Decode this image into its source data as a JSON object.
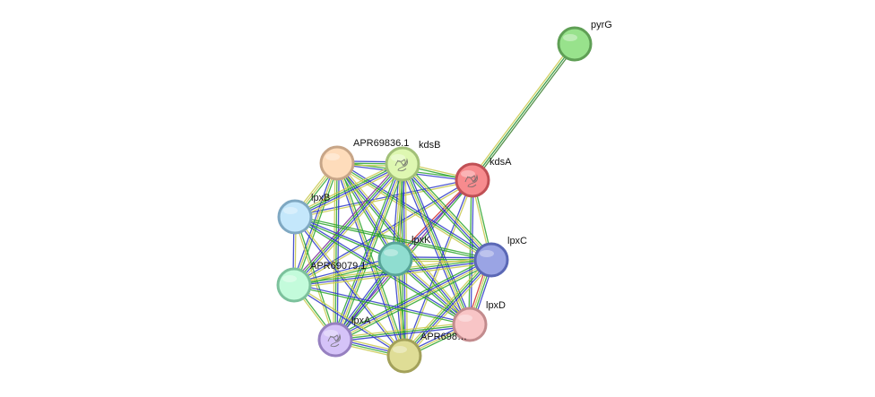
{
  "network": {
    "nodes": [
      {
        "id": "pyrG",
        "label": "pyrG",
        "fill": "#98e28c",
        "stroke": "#5f9f55"
      },
      {
        "id": "kdsA",
        "label": "kdsA",
        "fill": "#f78b8e",
        "stroke": "#c05055",
        "structure": true
      },
      {
        "id": "APR69836",
        "label": "APR69836.1",
        "fill": "#fedcbb",
        "stroke": "#c7a587"
      },
      {
        "id": "kdsB",
        "label": "kdsB",
        "fill": "#def7b1",
        "stroke": "#a2c078",
        "structure": true
      },
      {
        "id": "lpxB",
        "label": "lpxB",
        "fill": "#c4e7fb",
        "stroke": "#7fa8c2"
      },
      {
        "id": "lpxK",
        "label": "lpxK",
        "fill": "#8fddd0",
        "stroke": "#57a597"
      },
      {
        "id": "lpxC",
        "label": "lpxC",
        "fill": "#9aa4e4",
        "stroke": "#5a67b5"
      },
      {
        "id": "APR69079",
        "label": "APR69079.1",
        "fill": "#c3fbdb",
        "stroke": "#7cc19c"
      },
      {
        "id": "lpxD",
        "label": "lpxD",
        "fill": "#f8c5c6",
        "stroke": "#c28b8d"
      },
      {
        "id": "lpxA",
        "label": "lpxA",
        "fill": "#d5c3f8",
        "stroke": "#9680c0",
        "structure": true
      },
      {
        "id": "APR698",
        "label": "APR698…",
        "fill": "#dfdd96",
        "stroke": "#a3a15a"
      }
    ],
    "edges": [
      {
        "from": "pyrG",
        "to": "kdsA",
        "colors": [
          "#3a7f2e",
          "#1f8f2a",
          "#c9c94a"
        ]
      }
    ],
    "cluster_edge_colors": [
      "#2a36c8",
      "#2aa52a",
      "#c8c84a",
      "#7a2a9a",
      "#d02a2a"
    ]
  }
}
